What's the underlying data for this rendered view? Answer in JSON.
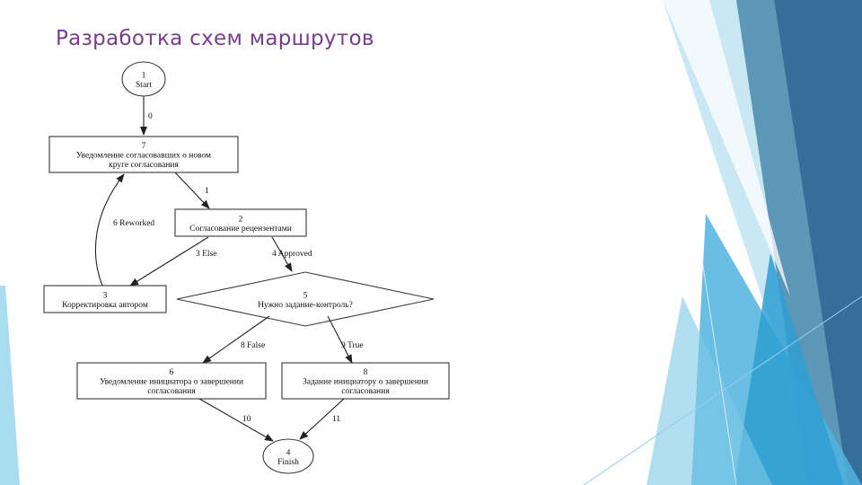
{
  "slide": {
    "title": "Разработка схем маршрутов",
    "colors": {
      "title": "#7a3d8a",
      "decor_light": "#a9dcef",
      "decor_mid": "#4fb3de",
      "decor_dark": "#356e98"
    }
  },
  "diagram": {
    "nodes": [
      {
        "id": "n1",
        "shape": "ellipse",
        "label": [
          "1",
          "Start"
        ]
      },
      {
        "id": "n7",
        "shape": "rect",
        "label": [
          "7",
          "Уведомление согласовавших о новом",
          "круге согласования"
        ]
      },
      {
        "id": "n2",
        "shape": "rect",
        "label": [
          "2",
          "Согласование рецензентами"
        ]
      },
      {
        "id": "n3",
        "shape": "rect",
        "label": [
          "3",
          "Корректировка автором"
        ]
      },
      {
        "id": "n5",
        "shape": "diamond",
        "label": [
          "5",
          "Нужно задание-контроль?"
        ]
      },
      {
        "id": "n6",
        "shape": "rect",
        "label": [
          "6",
          "Уведомление инициатора о завершении",
          "согласования"
        ]
      },
      {
        "id": "n8",
        "shape": "rect",
        "label": [
          "8",
          "Задание инициатору о завершении",
          "согласования"
        ]
      },
      {
        "id": "n4",
        "shape": "ellipse",
        "label": [
          "4",
          "Finish"
        ]
      }
    ],
    "edges": [
      {
        "id": "e0",
        "from": "n1",
        "to": "n7",
        "label": "0"
      },
      {
        "id": "e1",
        "from": "n7",
        "to": "n2",
        "label": "1"
      },
      {
        "id": "e6",
        "from": "n3",
        "to": "n7",
        "label": "6 Reworked"
      },
      {
        "id": "e3",
        "from": "n2",
        "to": "n3",
        "label": "3 Else"
      },
      {
        "id": "e4",
        "from": "n2",
        "to": "n5",
        "label": "4 Approved"
      },
      {
        "id": "e8",
        "from": "n5",
        "to": "n6",
        "label": "8 False"
      },
      {
        "id": "e9",
        "from": "n5",
        "to": "n8",
        "label": "9 True"
      },
      {
        "id": "e10",
        "from": "n6",
        "to": "n4",
        "label": "10"
      },
      {
        "id": "e11",
        "from": "n8",
        "to": "n4",
        "label": "11"
      }
    ]
  }
}
